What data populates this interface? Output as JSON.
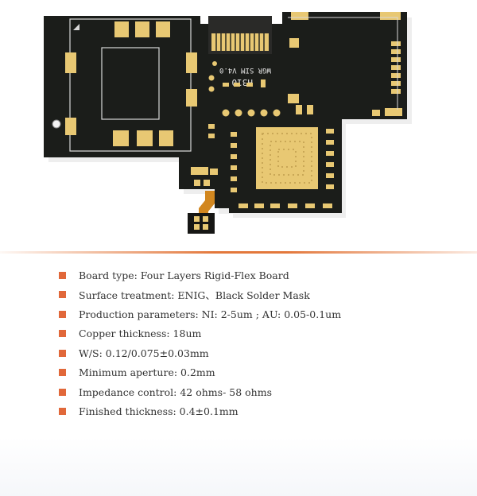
{
  "board": {
    "marking_version": "WGR SIM V4.0",
    "marking_code": "H310"
  },
  "colors": {
    "solder_mask": "#1b1d1a",
    "gold_pad": "#e8c873",
    "flex_strip": "#d2871f",
    "accent": "#e1683a"
  },
  "specs": [
    {
      "label": "Board type: Four Layers Rigid-Flex Board"
    },
    {
      "label": "Surface treatment: ENIG、Black Solder Mask"
    },
    {
      "label": "Production parameters: NI: 2-5um ; AU: 0.05-0.1um"
    },
    {
      "label": "Copper thickness: 18um"
    },
    {
      "label": "W/S: 0.12/0.075±0.03mm"
    },
    {
      "label": "Minimum aperture: 0.2mm"
    },
    {
      "label": "Impedance control: 42 ohms- 58 ohms"
    },
    {
      "label": "Finished thickness: 0.4±0.1mm"
    }
  ]
}
